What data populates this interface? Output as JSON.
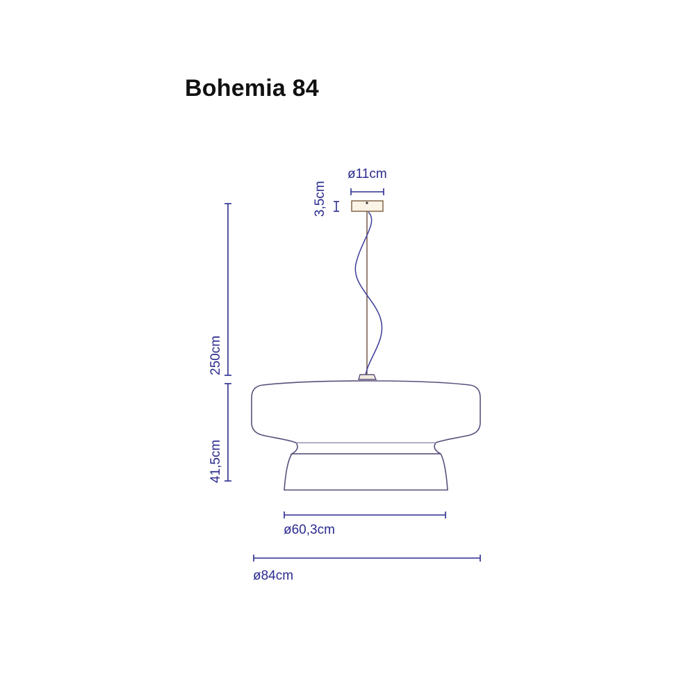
{
  "title": "Bohemia 84",
  "dimensions": {
    "canopy_diameter": "ø11cm",
    "canopy_height": "3,5cm",
    "cable_length": "250cm",
    "shade_height": "41,5cm",
    "base_diameter": "ø60,3cm",
    "shade_diameter": "ø84cm"
  },
  "colors": {
    "line": "#2b2b8f",
    "shade_outline": "#5a4f7a",
    "cable": "#6b4a3a",
    "title": "#111111"
  }
}
